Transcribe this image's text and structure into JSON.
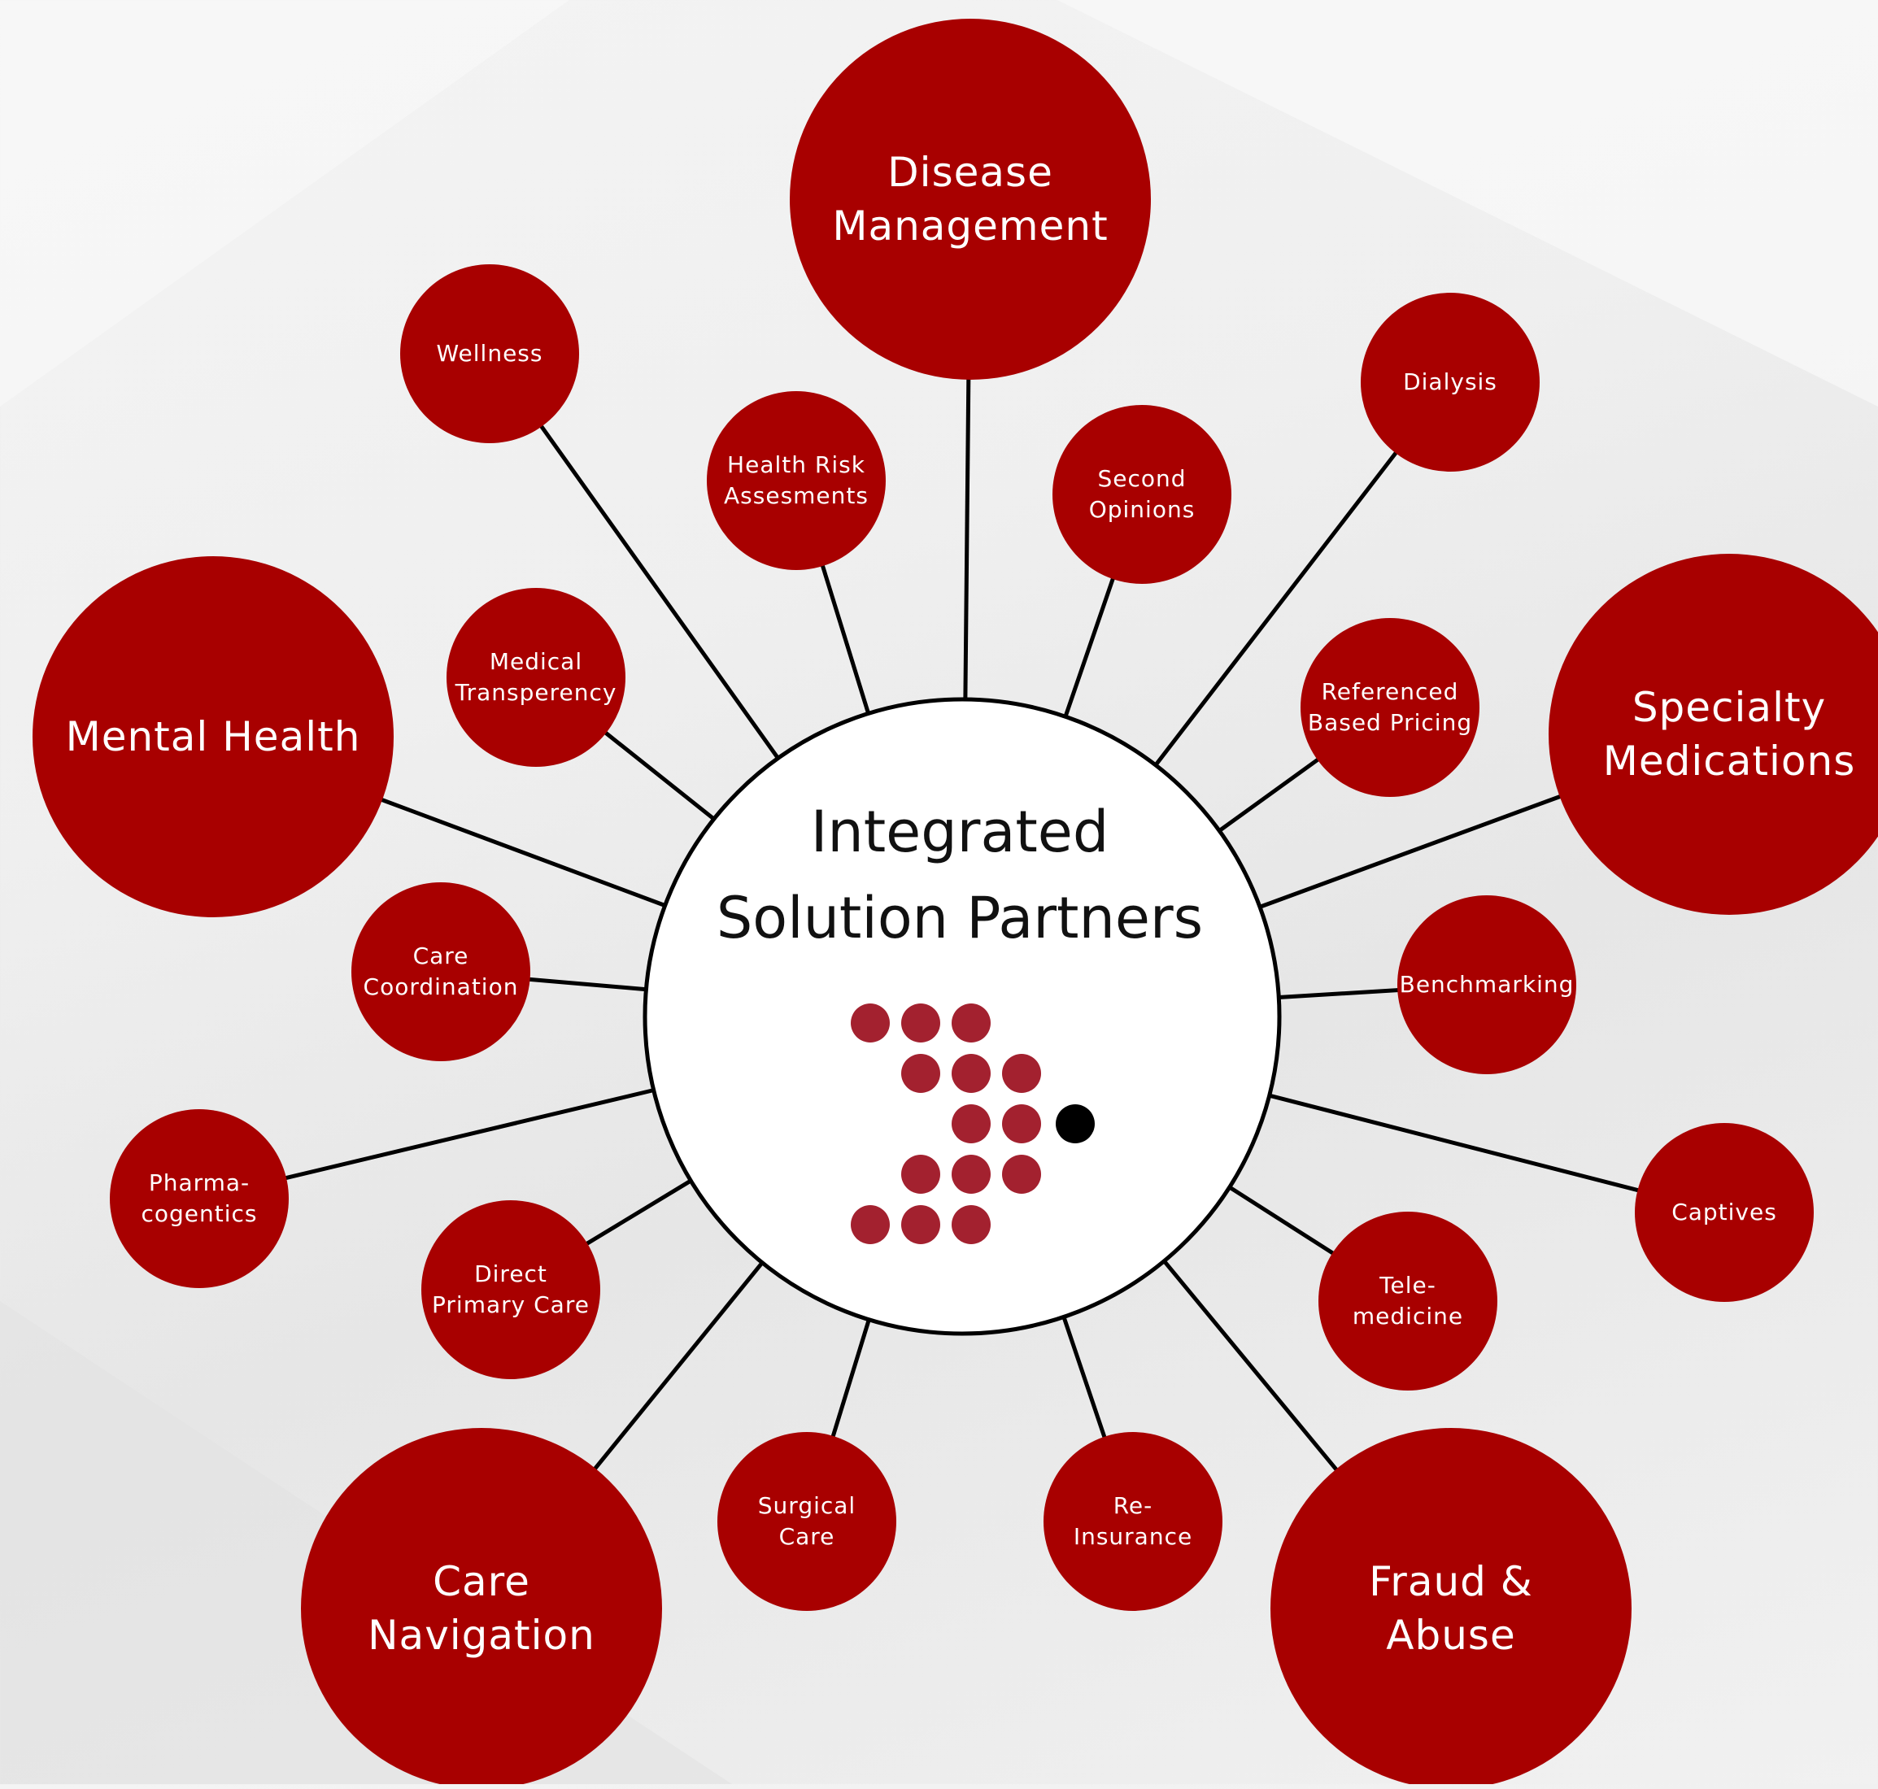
{
  "hub": {
    "title_line1": "Integrated",
    "title_line2": "Solution Partners",
    "logo_name": "dot-arrow-logo"
  },
  "colors": {
    "node_fill": "#a80000",
    "hub_fill": "#ffffff",
    "connector": "#000000",
    "logo_dot": "#a3212f",
    "logo_accent_dot": "#000000"
  },
  "nodes": [
    {
      "id": "disease-management",
      "label": "Disease\nManagement"
    },
    {
      "id": "wellness",
      "label": "Wellness"
    },
    {
      "id": "health-risk-assessments",
      "label": "Health Risk\nAssesments"
    },
    {
      "id": "second-opinions",
      "label": "Second\nOpinions"
    },
    {
      "id": "dialysis",
      "label": "Dialysis"
    },
    {
      "id": "medical-transparency",
      "label": "Medical\nTransperency"
    },
    {
      "id": "referenced-based-pricing",
      "label": "Referenced\nBased Pricing"
    },
    {
      "id": "mental-health",
      "label": "Mental Health"
    },
    {
      "id": "specialty-medications",
      "label": "Specialty\nMedications"
    },
    {
      "id": "care-coordination",
      "label": "Care\nCoordination"
    },
    {
      "id": "benchmarking",
      "label": "Benchmarking"
    },
    {
      "id": "pharmacogentics",
      "label": "Pharma-\ncogentics"
    },
    {
      "id": "captives",
      "label": "Captives"
    },
    {
      "id": "direct-primary-care",
      "label": "Direct\nPrimary Care"
    },
    {
      "id": "telemedicine",
      "label": "Tele-\nmedicine"
    },
    {
      "id": "surgical-care",
      "label": "Surgical\nCare"
    },
    {
      "id": "reinsurance",
      "label": "Re-\nInsurance"
    },
    {
      "id": "care-navigation",
      "label": "Care\nNavigation"
    },
    {
      "id": "fraud-abuse",
      "label": "Fraud &\nAbuse"
    }
  ]
}
